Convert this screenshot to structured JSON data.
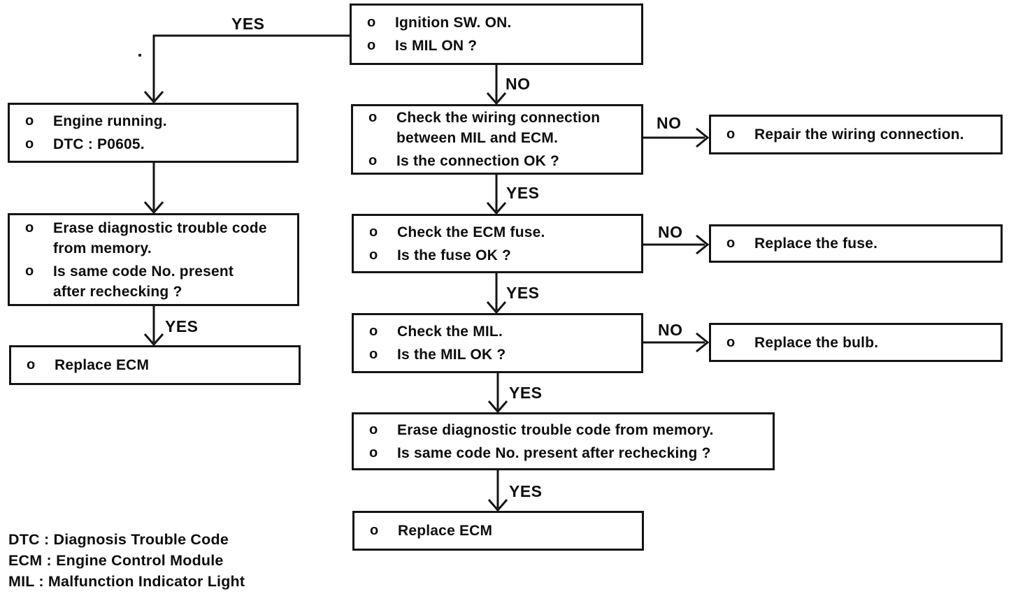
{
  "flowchart": {
    "bullet": "o",
    "labels": {
      "yes": "YES",
      "no": "NO"
    },
    "boxes": {
      "ignition": {
        "items": [
          "Ignition SW. ON.",
          "Is MIL ON ?"
        ]
      },
      "engine_running": {
        "items": [
          "Engine running.",
          "DTC : P0605."
        ]
      },
      "erase_left": {
        "items": [
          "Erase diagnostic trouble code\nfrom memory.",
          "Is same code No. present\nafter rechecking ?"
        ]
      },
      "replace_ecm_left": {
        "items": [
          "Replace ECM"
        ]
      },
      "check_wiring": {
        "items": [
          "Check the wiring connection\nbetween MIL and ECM.",
          "Is the connection OK ?"
        ]
      },
      "repair_wiring": {
        "items": [
          "Repair the wiring connection."
        ]
      },
      "check_fuse": {
        "items": [
          "Check the ECM fuse.",
          "Is the fuse OK ?"
        ]
      },
      "replace_fuse": {
        "items": [
          "Replace the fuse."
        ]
      },
      "check_mil": {
        "items": [
          "Check the MIL.",
          "Is the MIL OK ?"
        ]
      },
      "replace_bulb": {
        "items": [
          "Replace the bulb."
        ]
      },
      "erase_main": {
        "items": [
          "Erase diagnostic trouble code from memory.",
          "Is same code No. present after rechecking ?"
        ]
      },
      "replace_ecm_main": {
        "items": [
          "Replace ECM"
        ]
      }
    },
    "legend": {
      "dtc": "DTC : Diagnosis Trouble Code",
      "ecm": "ECM : Engine Control Module",
      "mil": "MIL : Malfunction Indicator Light"
    }
  }
}
